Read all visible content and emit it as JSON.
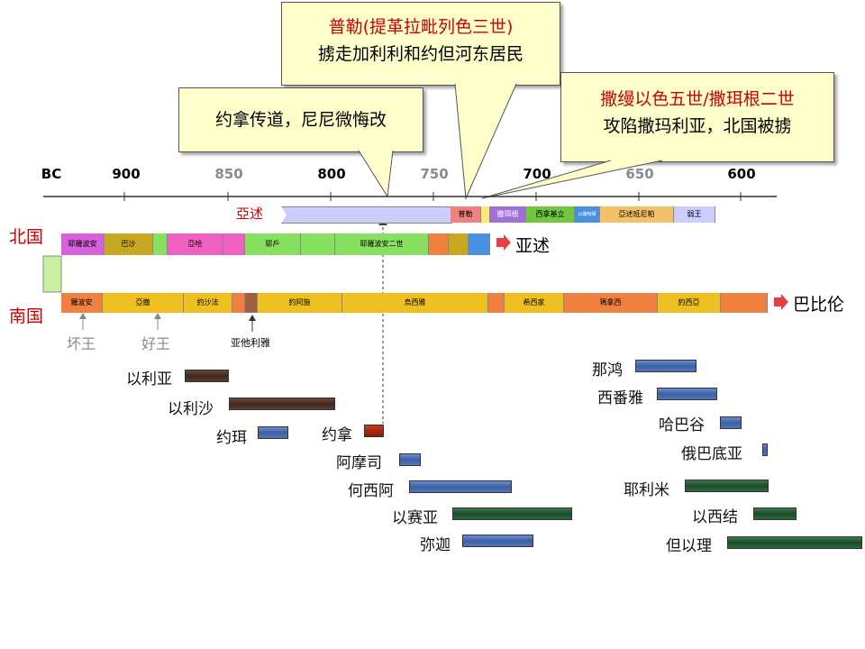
{
  "callouts": {
    "pul": {
      "line1": "普勒(提革拉毗列色三世)",
      "line2": "掳走加利利和约但河东居民"
    },
    "jonah": {
      "line1": "约拿传道，尼尼微悔改"
    },
    "shalmaneser": {
      "line1": "撒缦以色五世/撒珥根二世",
      "line2": "攻陷撒玛利亚，北国被掳"
    }
  },
  "axis": {
    "bc": "BC",
    "ticks": [
      "900",
      "850",
      "800",
      "750",
      "700",
      "650",
      "600"
    ]
  },
  "assyria": {
    "label": "亞述",
    "segments": [
      "普勒",
      "撒珥根",
      "西拿基立",
      "以撒哈頓",
      "亞述班尼帕",
      "弱王"
    ]
  },
  "north": {
    "label": "北国",
    "segments": [
      "耶羅波安",
      "巴沙",
      "亞哈",
      "耶戶",
      "耶羅波安二世"
    ],
    "fate": "亚述"
  },
  "south": {
    "label": "南国",
    "segments": [
      "羅波安",
      "亞撒",
      "約沙法",
      "約阿施",
      "烏西雅",
      "希西家",
      "瑪拿西",
      "約西亞"
    ],
    "fate": "巴比伦"
  },
  "notes": {
    "bad_king": "坏王",
    "good_king": "好王",
    "athaliah": "亚他利雅"
  },
  "prophets": {
    "elijah": "以利亚",
    "elisha": "以利沙",
    "joel": "约珥",
    "jonah": "约拿",
    "amos": "阿摩司",
    "hosea": "何西阿",
    "isaiah": "以赛亚",
    "micah": "弥迦",
    "nahum": "那鸿",
    "zephaniah": "西番雅",
    "habakkuk": "哈巴谷",
    "obadiah": "俄巴底亚",
    "jeremiah": "耶利米",
    "ezekiel": "以西结",
    "daniel": "但以理"
  }
}
